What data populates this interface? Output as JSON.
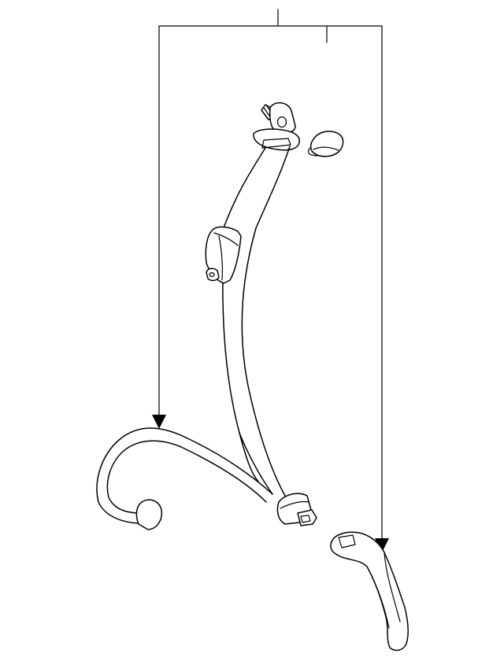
{
  "diagram": {
    "kind": "seat-belt-assembly-exploded-view",
    "line_color": "#000000",
    "background": "#ffffff",
    "parts": [
      "callout-leader",
      "upper-anchor-bolt",
      "shoulder-guide",
      "guide-cap",
      "retractor",
      "webbing",
      "lap-belt-anchor",
      "tongue-plate",
      "buckle"
    ]
  }
}
